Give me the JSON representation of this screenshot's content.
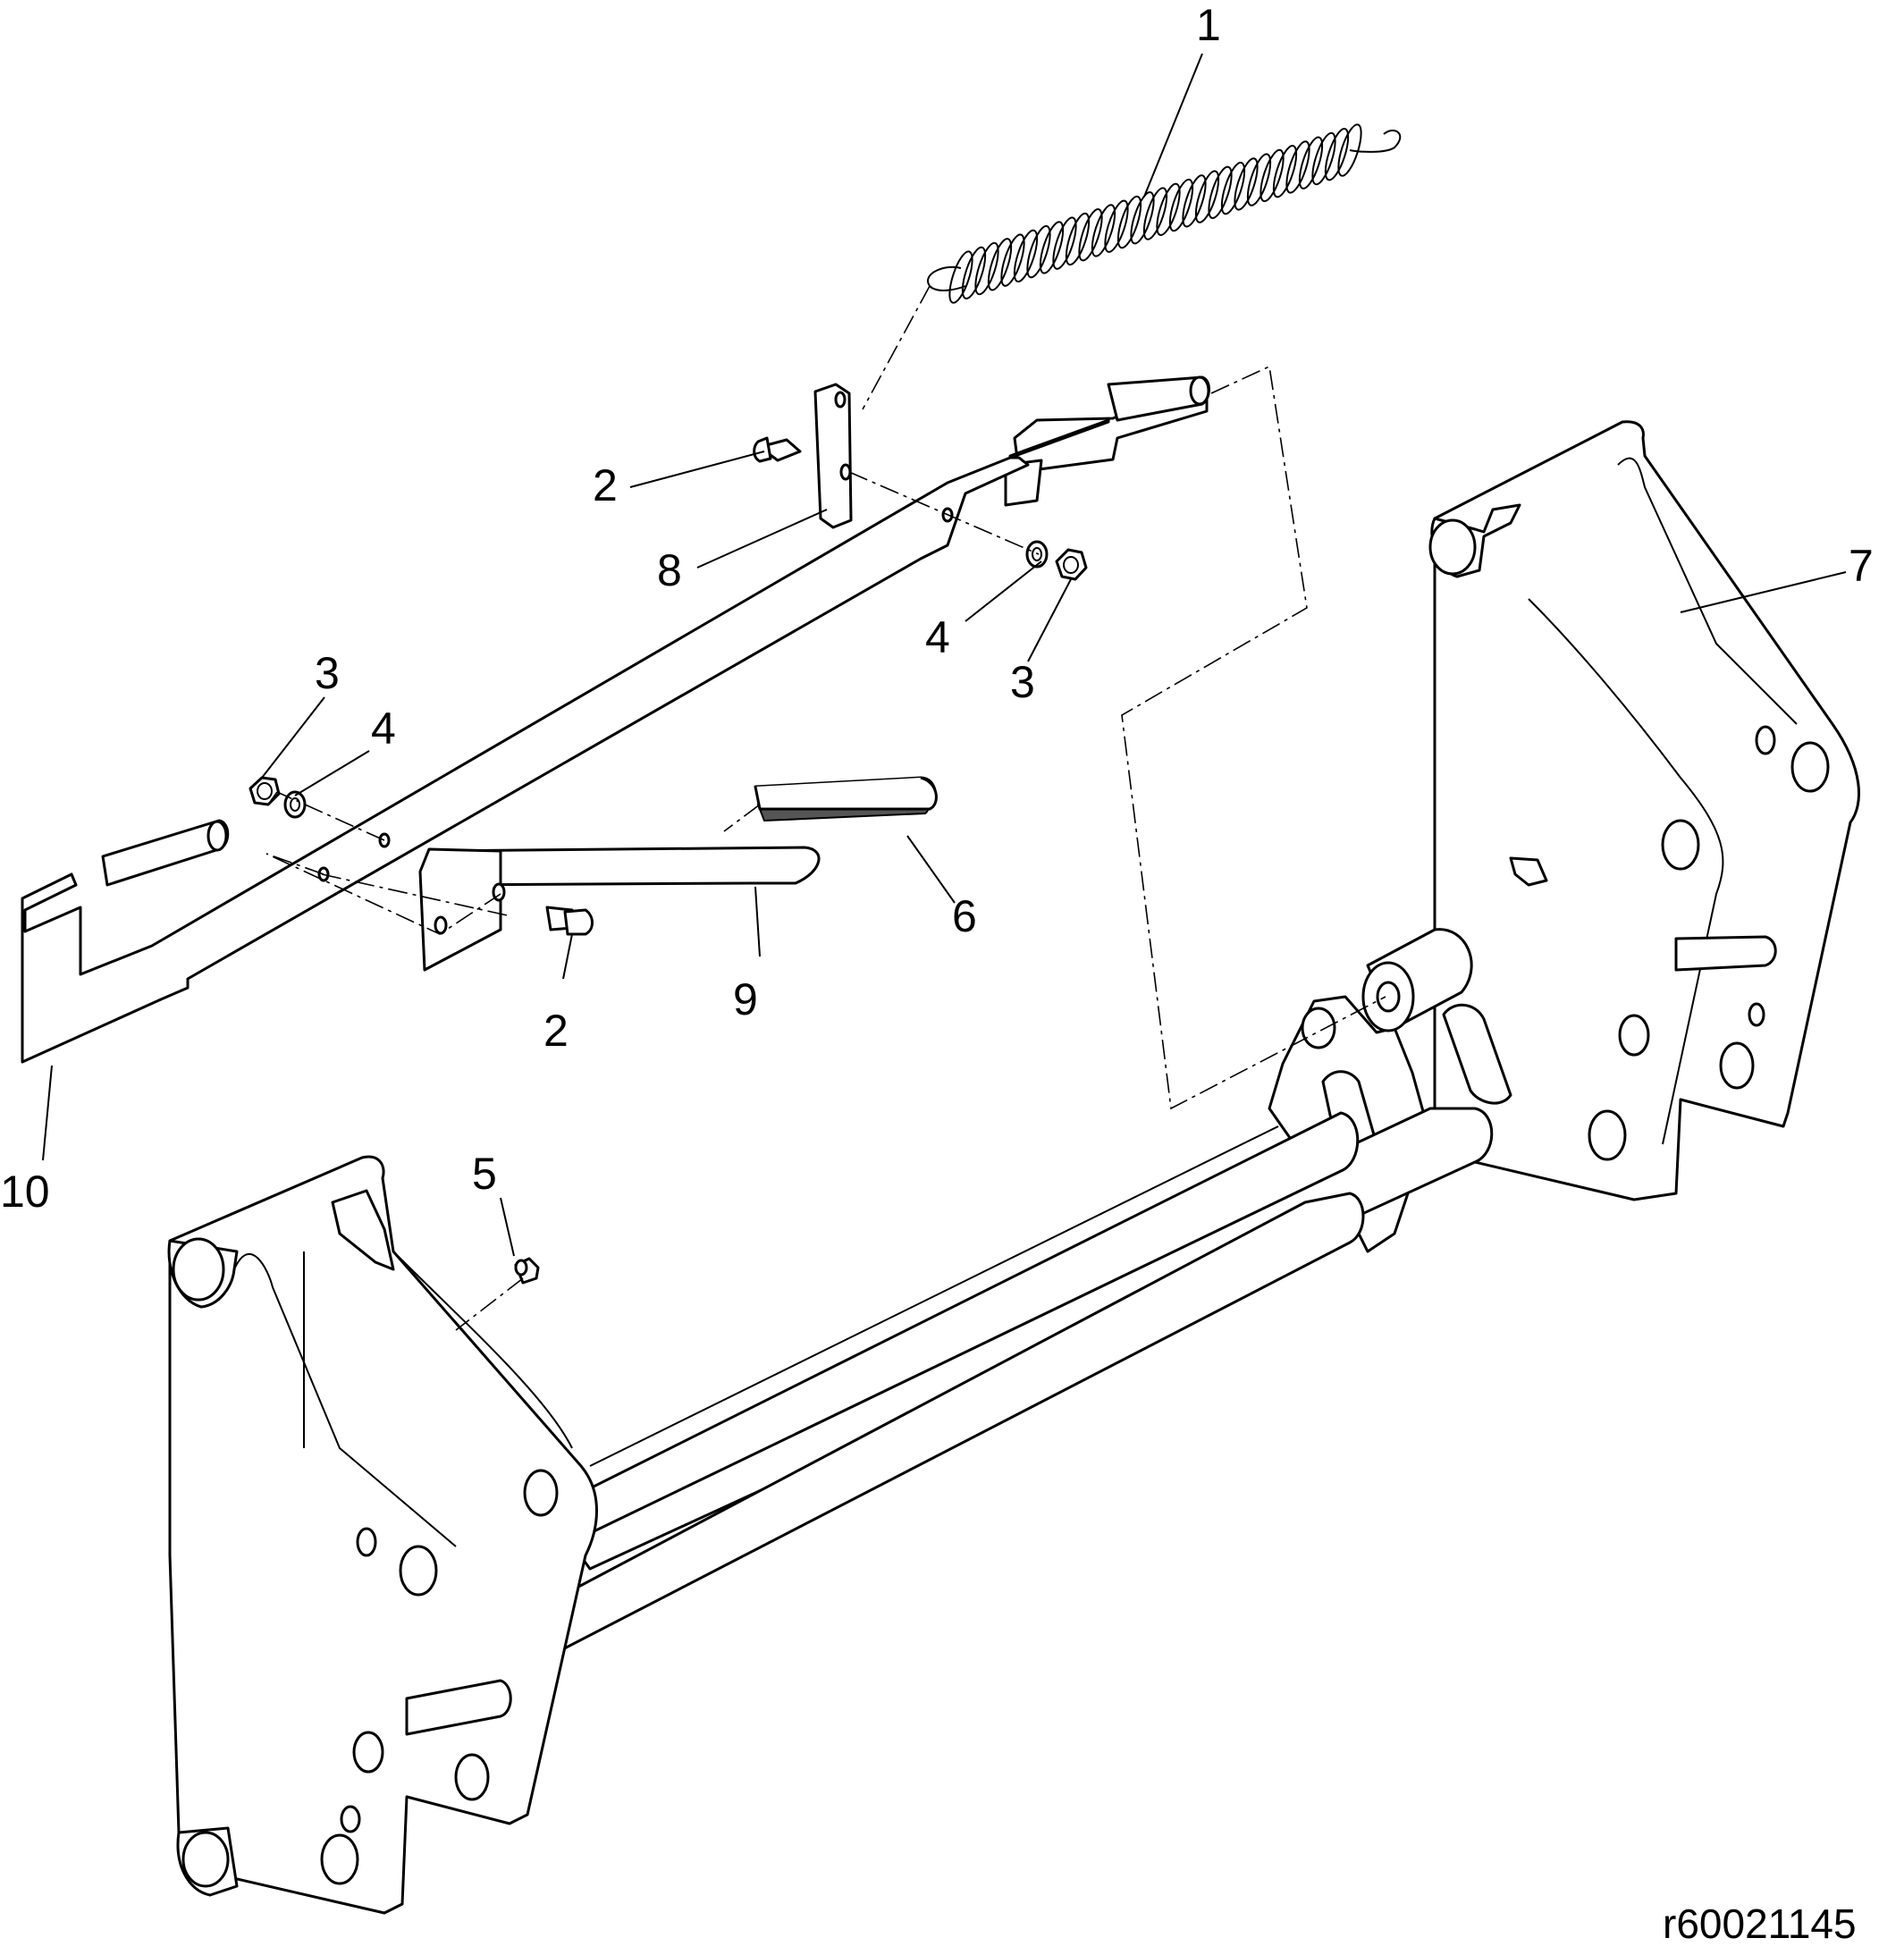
{
  "callouts": {
    "c1": "1",
    "c2a": "2",
    "c2b": "2",
    "c3a": "3",
    "c3b": "3",
    "c4a": "4",
    "c4b": "4",
    "c5": "5",
    "c6": "6",
    "c7": "7",
    "c8": "8",
    "c9": "9",
    "c10": "10"
  },
  "reference_code": "r60021145"
}
